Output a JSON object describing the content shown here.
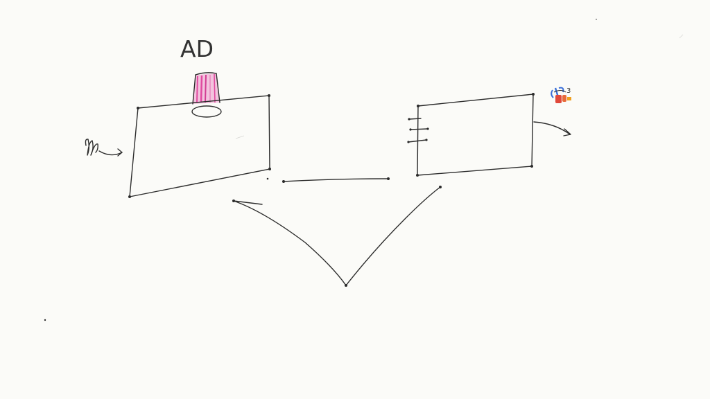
{
  "diagram": {
    "label_top": "AD",
    "label_small_right": "3",
    "colors": {
      "ink": "#2c2c2c",
      "paper": "#fbfbf8",
      "highlight_pink": "#e04aa0",
      "highlight_blue": "#3a6fd8",
      "highlight_red": "#e0483a",
      "highlight_orange": "#f0a020"
    },
    "icons": [
      "pink-cylinder-sketch",
      "colored-marker-scribble",
      "scribble-arrow-left",
      "arrow-right-box"
    ]
  }
}
